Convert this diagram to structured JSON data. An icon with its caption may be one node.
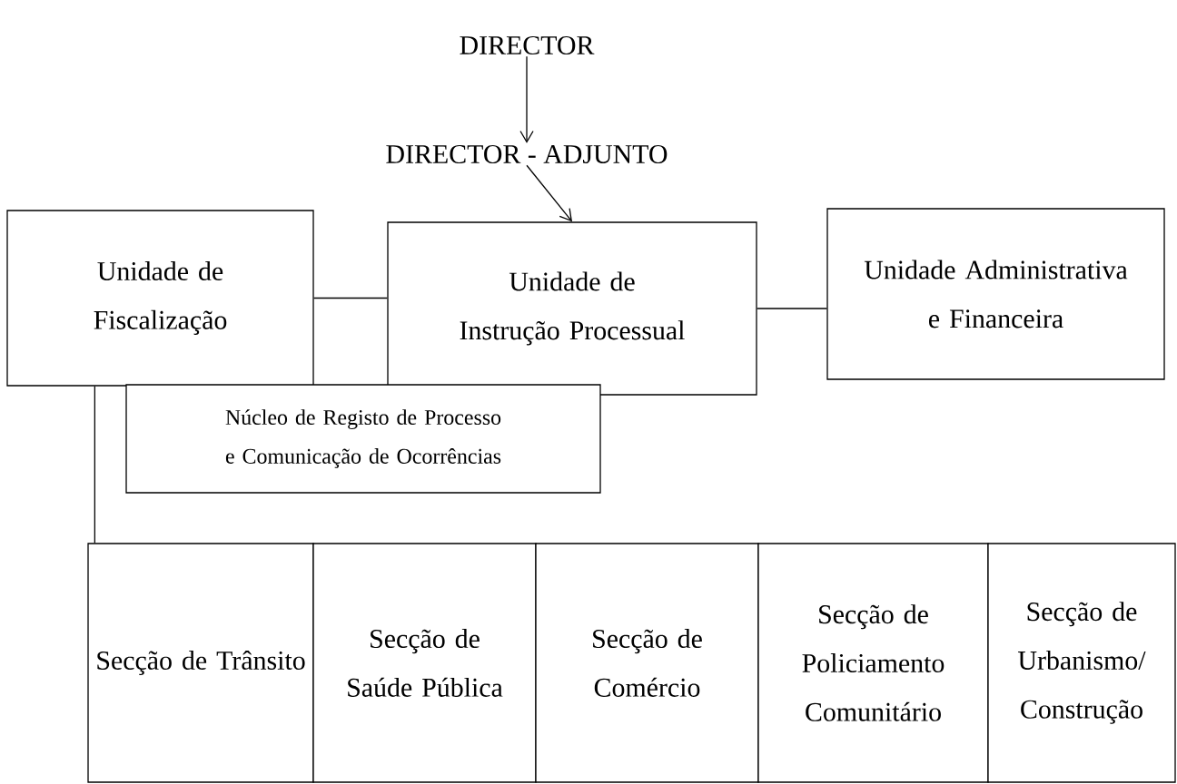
{
  "diagram": {
    "nodes": [
      {
        "text": [
          "DIRECTOR"
        ]
      },
      {
        "text": [
          "DIRECTOR - ADJUNTO"
        ]
      },
      {
        "text": [
          "Unidade de Fiscalização"
        ]
      },
      {
        "text": [
          "Unidade de Instrução Processual"
        ]
      },
      {
        "text": [
          "Unidade Administrativa e Financeira"
        ]
      },
      {
        "text": [
          "Núcleo de Registo de Processo e Comunicação de Ocorrências"
        ]
      },
      {
        "text": [
          "Secção de Trânsito"
        ]
      },
      {
        "text": [
          "Secção de Saúde Pública"
        ]
      },
      {
        "text": [
          "Secção de Comércio"
        ]
      },
      {
        "text": [
          "Secção de Policiamento Comunitário"
        ]
      },
      {
        "text": [
          "Secção de Urbanismo/ Construção"
        ]
      }
    ],
    "edges": [
      {
        "from": 0,
        "to": 1,
        "arrow": "to"
      },
      {
        "from": 1,
        "to": 3,
        "arrow": "to"
      },
      {
        "from": 2,
        "to": 3,
        "arrow": "none"
      },
      {
        "from": 3,
        "to": 4,
        "arrow": "none"
      },
      {
        "from": 2,
        "to": 6,
        "arrow": "none"
      }
    ]
  }
}
